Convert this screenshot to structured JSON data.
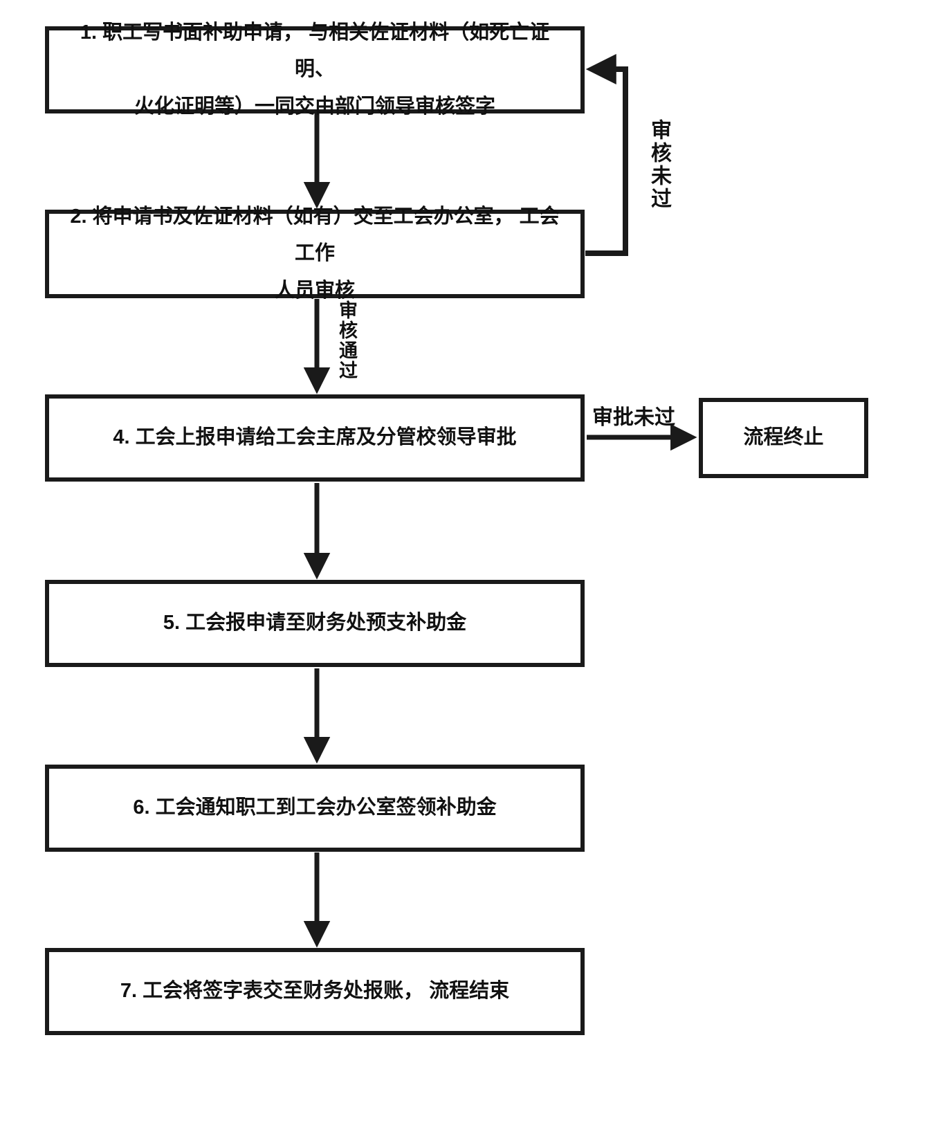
{
  "diagram": {
    "type": "flowchart",
    "nodes": {
      "step1": "1. 职工写书面补助申请，  与相关佐证材料（如死亡证明、\n火化证明等）一同交由部门领导审核签字",
      "step2": "2. 将申请书及佐证材料（如有）交至工会办公室，  工会工作\n人员审核",
      "step4": "4. 工会上报申请给工会主席及分管校领导审批",
      "terminate": "流程终止",
      "step5": "5. 工会报申请至财务处预支补助金",
      "step6": "6. 工会通知职工到工会办公室签领补助金",
      "step7": "7. 工会将签字表交至财务处报账，  流程结束"
    },
    "edge_labels": {
      "review_failed": "审核未过",
      "review_passed": "审核通过",
      "approval_failed": "审批未过"
    },
    "colors": {
      "line": "#1a1a1a",
      "background": "#ffffff"
    }
  }
}
